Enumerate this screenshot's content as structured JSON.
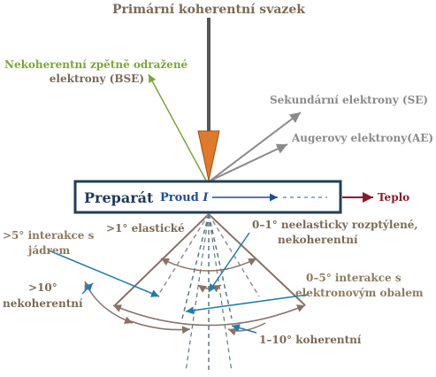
{
  "title": "Primární koherentní svazek",
  "specimen": {
    "label": "Preparát",
    "current_label": "Proud",
    "current_symbol": "I",
    "heat_label": "Teplo"
  },
  "labels": {
    "bse_line1": "Nekoherentní zpětně odražené",
    "bse_line2": "elektrony (BSE)",
    "se": "Sekundární elektrony (SE)",
    "ae": "Augerovy elektrony(AE)",
    "elastic": ">1° elastické",
    "nucleus_line1": ">5° interakce s",
    "nucleus_line2": "jádrem",
    "incoherent10_line1": ">10°",
    "incoherent10_line2": "nekoherentní",
    "inelastic_line1": "0–1° neelasticky rozptýlené,",
    "inelastic_line2": "nekoherentní",
    "shell_line1": "0–5° interakce s",
    "shell_line2": "elektronovým obalem",
    "coherent": "1–10° koherentní"
  },
  "colors": {
    "title": "#7b6a56",
    "beam": "#e07a2a",
    "specimen_border": "#223f57",
    "specimen_text": "#1f3a5a",
    "current": "#1f4e9b",
    "heat": "#8b1a2e",
    "bse": "#7da63a",
    "gray_arrow": "#8a8a8a",
    "tan_text": "#8d7b5e",
    "teal": "#1e7fa8",
    "cone": "#8a7168"
  }
}
